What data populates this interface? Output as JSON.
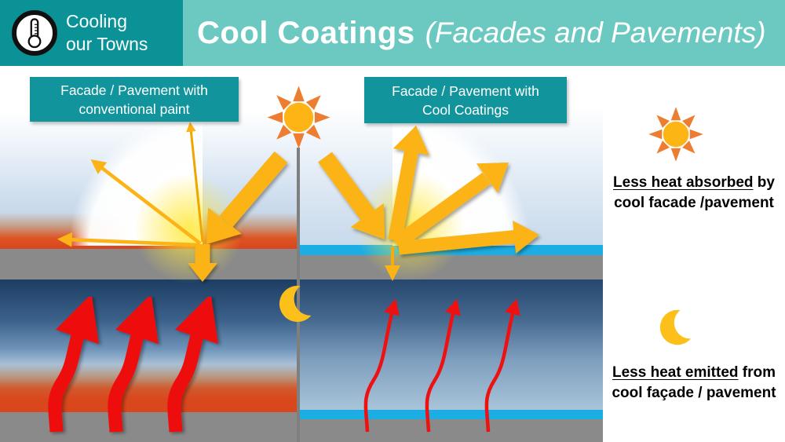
{
  "header": {
    "brand": {
      "line1": "Cooling",
      "line2": "our Towns"
    },
    "title": {
      "bold": "Cool Coatings",
      "italic": "(Facades and Pavements)"
    }
  },
  "panels": {
    "conventional": {
      "label_line1": "Facade / Pavement with",
      "label_line2": "conventional paint"
    },
    "cool": {
      "label_line1": "Facade / Pavement with",
      "label_line2": "Cool Coatings"
    }
  },
  "sidebar": {
    "absorbed": {
      "underlined": "Less heat absorbed",
      "suffix": " by",
      "line2": "cool facade /pavement"
    },
    "emitted": {
      "underlined": "Less heat emitted",
      "suffix": " from",
      "line2": "cool façade / pavement"
    }
  },
  "icons": {
    "logo": "thermometer-icon",
    "day": "sun-icon",
    "night": "moon-icon"
  },
  "colors": {
    "brand_teal": "#0a9297",
    "title_teal": "#6cc9c1",
    "label_teal": "#12949c",
    "coating_cyan": "#1bade3",
    "pavement_gray": "#8a8a8a",
    "hot_red": "#d9471d",
    "night_navy": "#1d3e63",
    "arrow_yellow": "#fbb315",
    "heat_red": "#ee1111",
    "sun_core": "#fdb515",
    "sun_ray": "#ed7d31",
    "moon_yellow": "#fdc01a"
  }
}
